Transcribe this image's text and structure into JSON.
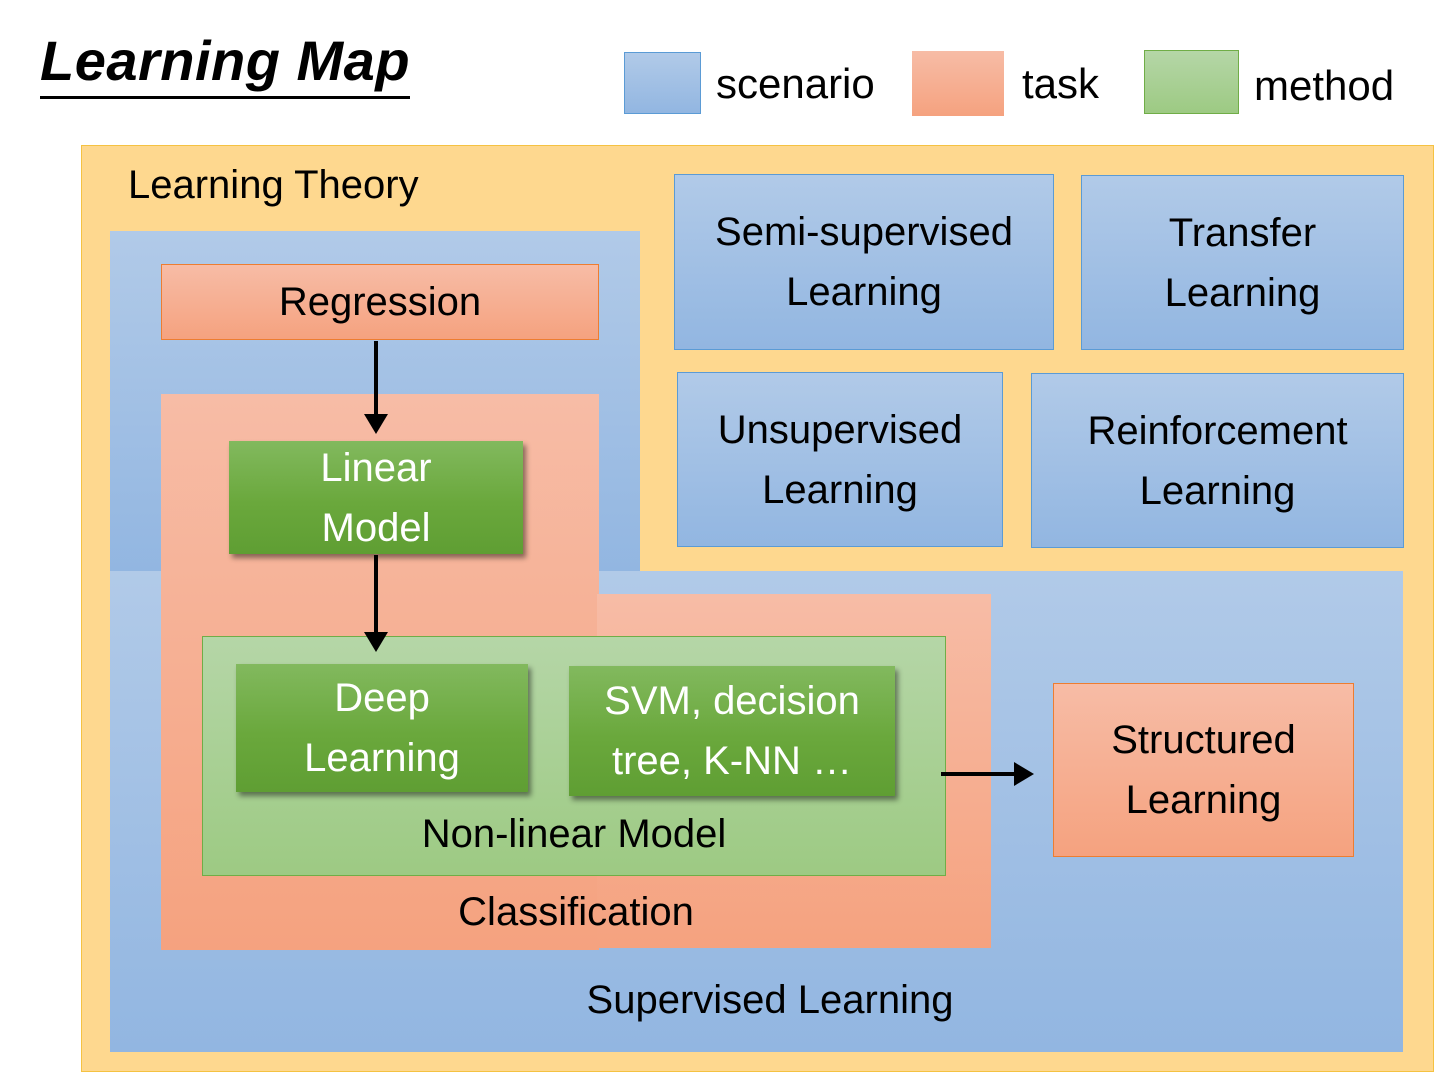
{
  "title": "Learning Map",
  "legend": [
    {
      "label": "scenario",
      "color": "#9dc3e6"
    },
    {
      "label": "task",
      "color": "#f4b183"
    },
    {
      "label": "method",
      "color": "#a9d18e"
    }
  ],
  "colors": {
    "theory_bg": "#fed88f",
    "scenario": "#a5c2e6",
    "task": "#f6b193",
    "method_container": "#aad196",
    "method_box": "#70ad47"
  },
  "diagram": {
    "learning_theory": "Learning Theory",
    "supervised_learning": "Supervised Learning",
    "regression": "Regression",
    "classification": "Classification",
    "linear_model": [
      "Linear",
      "Model"
    ],
    "non_linear_model": "Non-linear Model",
    "deep_learning": [
      "Deep",
      "Learning"
    ],
    "svm": [
      "SVM, decision",
      "tree, K-NN …"
    ],
    "structured_learning": [
      "Structured",
      "Learning"
    ],
    "semi_supervised": [
      "Semi-supervised",
      "Learning"
    ],
    "transfer": [
      "Transfer",
      "Learning"
    ],
    "unsupervised": [
      "Unsupervised",
      "Learning"
    ],
    "reinforcement": [
      "Reinforcement",
      "Learning"
    ]
  },
  "edges": [
    {
      "from": "Regression",
      "to": "Linear Model"
    },
    {
      "from": "Linear Model",
      "to": "Non-linear Model"
    },
    {
      "from": "Non-linear Model",
      "to": "Structured Learning"
    }
  ]
}
